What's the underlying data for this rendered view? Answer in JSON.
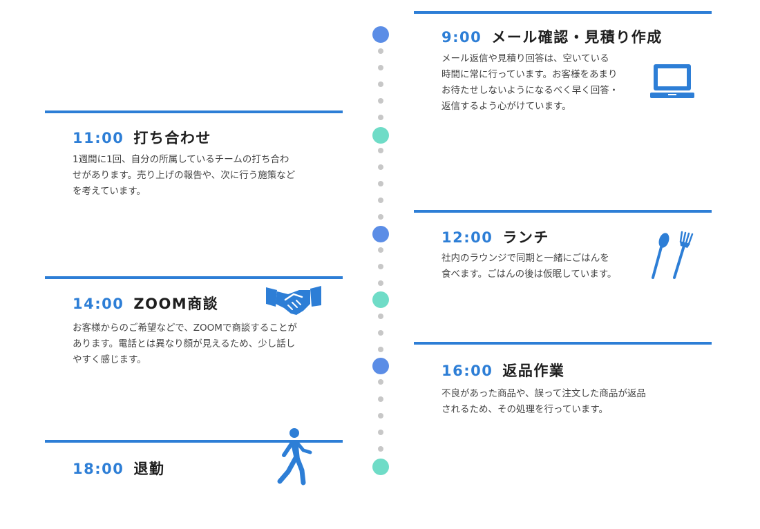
{
  "colors": {
    "accent": "#2d7ed6",
    "dot_blue": "#5b8de6",
    "dot_teal": "#6fdcc7",
    "dot_gray": "#c7c7c7"
  },
  "entries": [
    {
      "time": "9:00",
      "title": "メール確認・見積り作成",
      "description": "メール返信や見積り回答は、空いている\n時間に常に行っています。お客様をあまり\nお待たせしないようになるべく早く回答・\n返信するよう心がけています。",
      "icon": "laptop-icon"
    },
    {
      "time": "11:00",
      "title": "打ち合わせ",
      "description": "1週間に1回、自分の所属しているチームの打ち合わ\nせがあります。売り上げの報告や、次に行う施策など\nを考えています。",
      "icon": ""
    },
    {
      "time": "12:00",
      "title": "ランチ",
      "description": "社内のラウンジで同期と一緒にごはんを\n食べます。ごはんの後は仮眠しています。",
      "icon": "spoon-fork-icon"
    },
    {
      "time": "14:00",
      "title": "ZOOM商談",
      "description": "お客様からのご希望などで、ZOOMで商談することが\nあります。電話とは異なり顔が見えるため、少し話し\nやすく感じます。",
      "icon": "handshake-icon"
    },
    {
      "time": "16:00",
      "title": "返品作業",
      "description": "不良があった商品や、誤って注文した商品が返品\nされるため、その処理を行っています。",
      "icon": ""
    },
    {
      "time": "18:00",
      "title": "退勤",
      "description": "",
      "icon": "walking-person-icon"
    }
  ]
}
